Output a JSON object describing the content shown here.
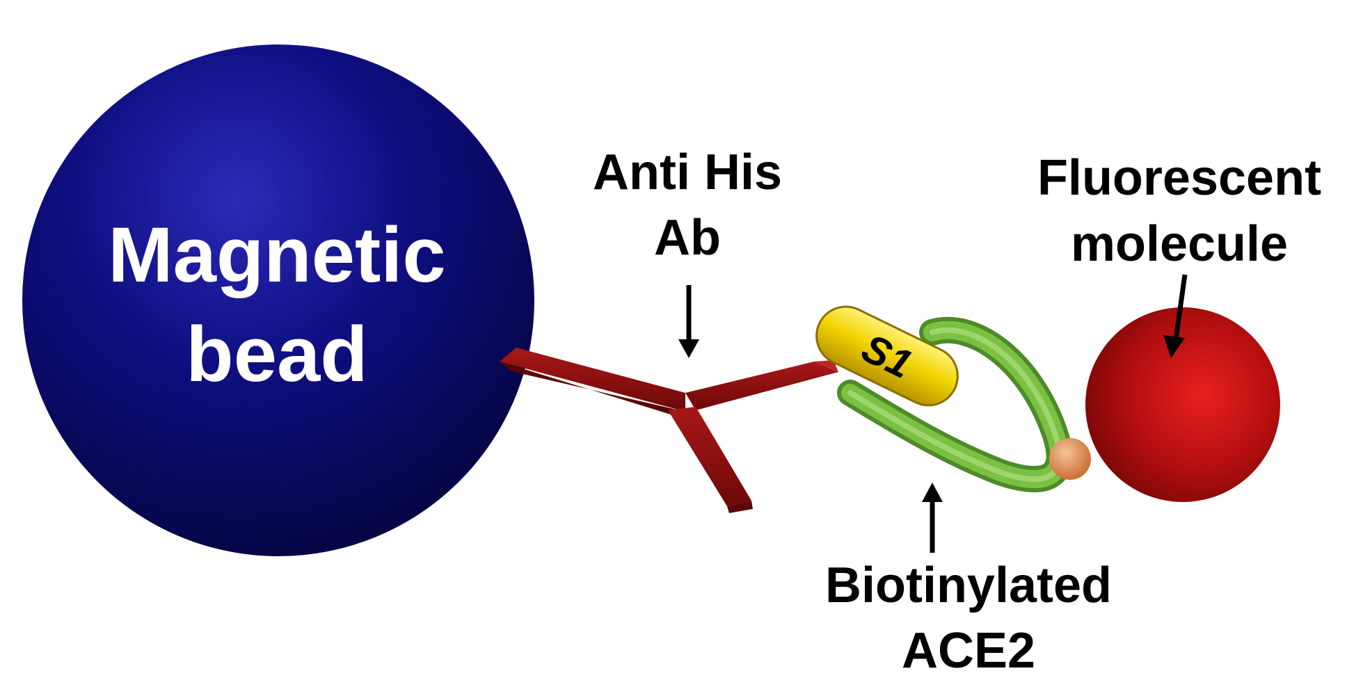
{
  "labels": {
    "bead_line1": "Magnetic",
    "bead_line2": "bead",
    "antibody_line1": "Anti His",
    "antibody_line2": "Ab",
    "fluor_line1": "Fluorescent",
    "fluor_line2": "molecule",
    "ace2_line1": "Biotinylated",
    "ace2_line2": "ACE2",
    "s1": "S1"
  },
  "colors": {
    "bead": "#0c0c6e",
    "antibody": "#8b1212",
    "s1_capsule": "#f0d000",
    "ace2": "#6fae3c",
    "biotin": "#e08a4a",
    "fluorescent": "#b50f0f",
    "text": "#000000",
    "bead_text": "#ffffff"
  }
}
